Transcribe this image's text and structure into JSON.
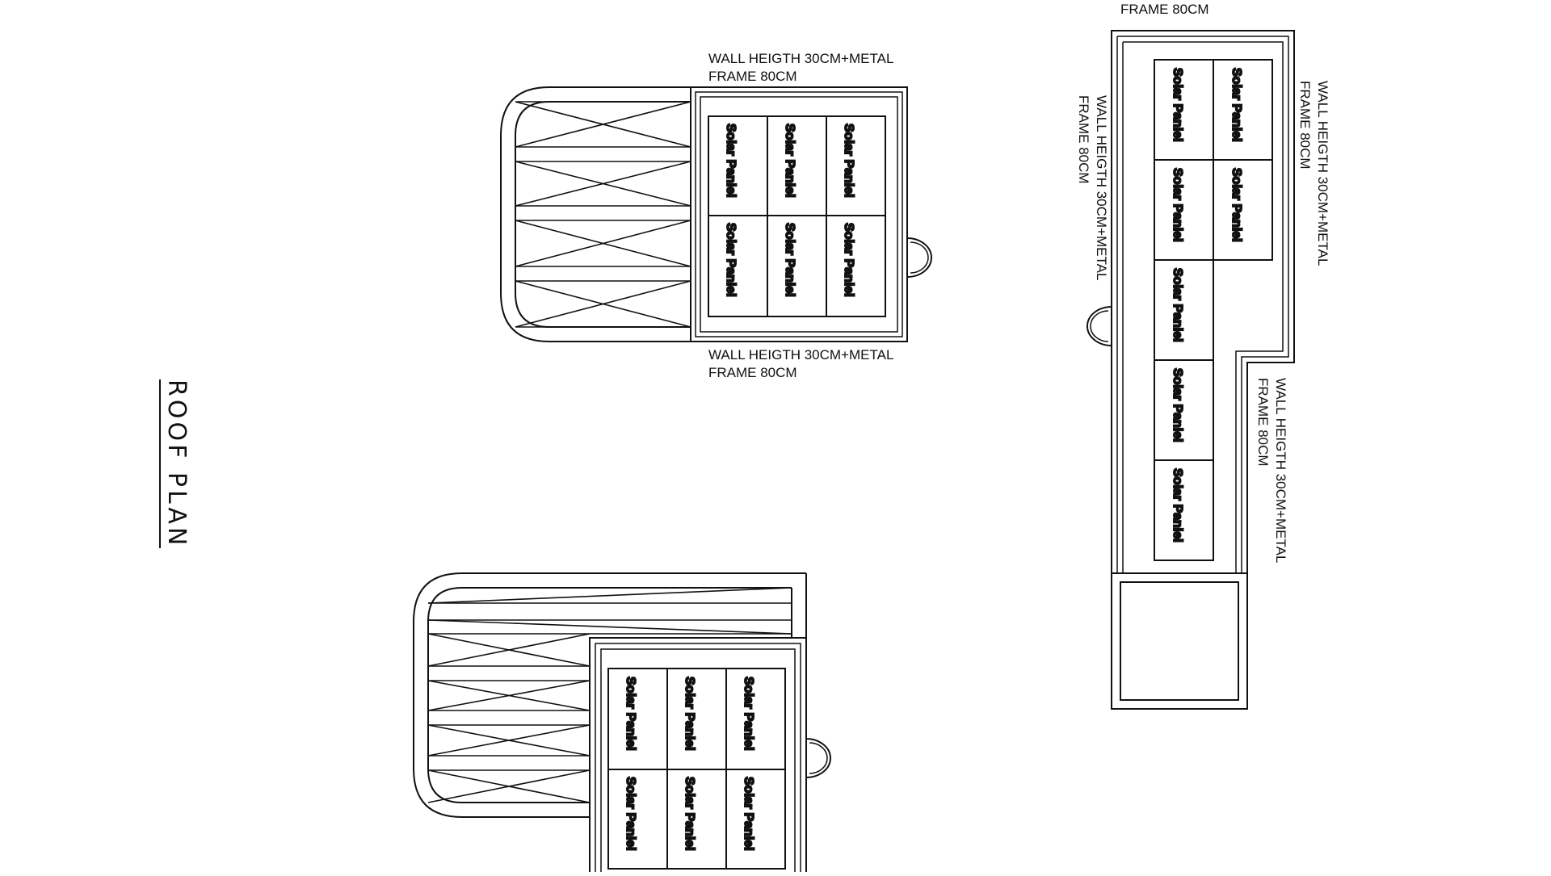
{
  "drawing": {
    "title": "ROOF PLAN",
    "panel_label": "Solar Panlel",
    "wall_note_line1": "WALL HEIGTH 30CM+METAL",
    "wall_note_line2": "FRAME 80CM",
    "top_clipped_note": "FRAME 80CM"
  }
}
